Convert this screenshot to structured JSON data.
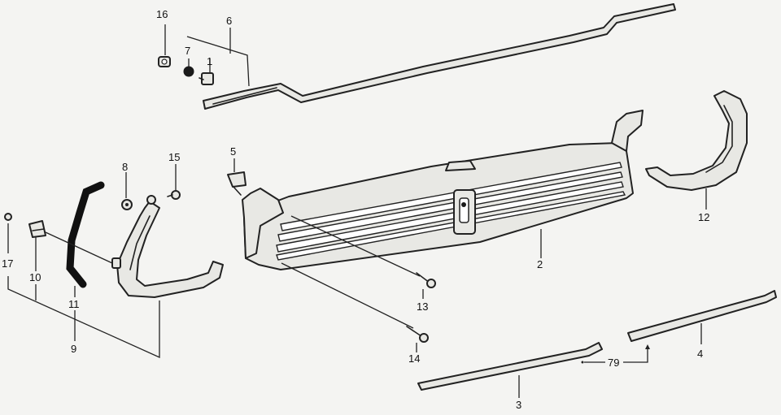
{
  "diagram": {
    "callouts": {
      "c1": "1",
      "c2": "2",
      "c3": "3",
      "c4": "4",
      "c5": "5",
      "c6": "6",
      "c7": "7",
      "c8": "8",
      "c9": "9",
      "c10": "10",
      "c11": "11",
      "c12": "12",
      "c13": "13",
      "c14": "14",
      "c15": "15",
      "c16": "16",
      "c17": "17",
      "c79": "79"
    }
  }
}
